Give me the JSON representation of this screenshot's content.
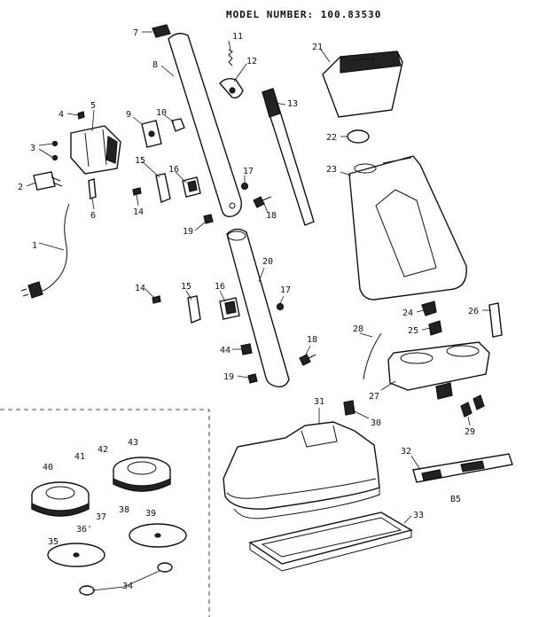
{
  "header": {
    "model": "MODEL NUMBER: 100.83530"
  },
  "footer_code": "B5",
  "labels": {
    "p1": "1",
    "p2": "2",
    "p3": "3",
    "p4": "4",
    "p5": "5",
    "p6": "6",
    "p7": "7",
    "p8": "8",
    "p9": "9",
    "p10": "10",
    "p11": "11",
    "p12": "12",
    "p13": "13",
    "p14a": "14",
    "p14b": "14",
    "p15a": "15",
    "p15b": "15",
    "p16a": "16",
    "p16b": "16",
    "p17a": "17",
    "p17b": "17",
    "p18a": "18",
    "p18b": "18",
    "p19a": "19",
    "p19b": "19",
    "p20": "20",
    "p21": "21",
    "p22": "22",
    "p23": "23",
    "p24": "24",
    "p25": "25",
    "p26": "26",
    "p27": "27",
    "p28": "28",
    "p29": "29",
    "p30": "30",
    "p31": "31",
    "p32": "32",
    "p33": "33",
    "p34": "34",
    "p35": "35",
    "p36": "36'",
    "p37": "37",
    "p38": "38",
    "p39": "39",
    "p40": "40",
    "p41": "41",
    "p42": "42",
    "p43": "43",
    "p44": "44"
  }
}
